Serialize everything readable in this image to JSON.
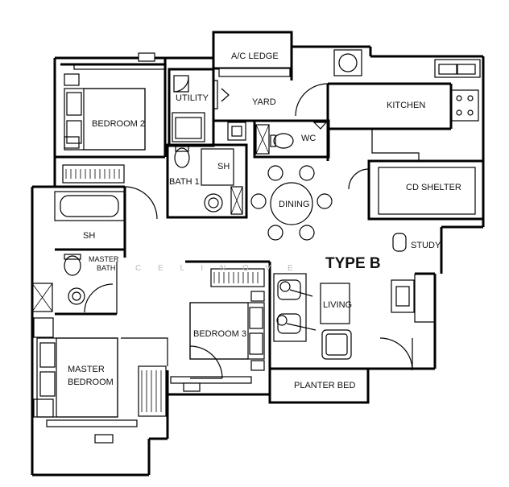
{
  "plan": {
    "type_label": "TYPE B",
    "watermark": "C  E  L  I  N  O  V  E",
    "rooms": {
      "ac_ledge": "A/C LEDGE",
      "utility": "UTILITY",
      "yard": "YARD",
      "kitchen": "KITCHEN",
      "bedroom2": "BEDROOM 2",
      "wc": "WC",
      "sh_bath1": "SH",
      "bath1": "BATH 1",
      "cd_shelter": "CD SHELTER",
      "dining": "DINING",
      "sh_master": "SH",
      "master_bath_line1": "MASTER",
      "master_bath_line2": "BATH",
      "study": "STUDY",
      "living": "LIVING",
      "bedroom3": "BEDROOM 3",
      "master_bedroom_line1": "MASTER",
      "master_bedroom_line2": "BEDROOM",
      "planter_bed": "PLANTER BED"
    }
  }
}
